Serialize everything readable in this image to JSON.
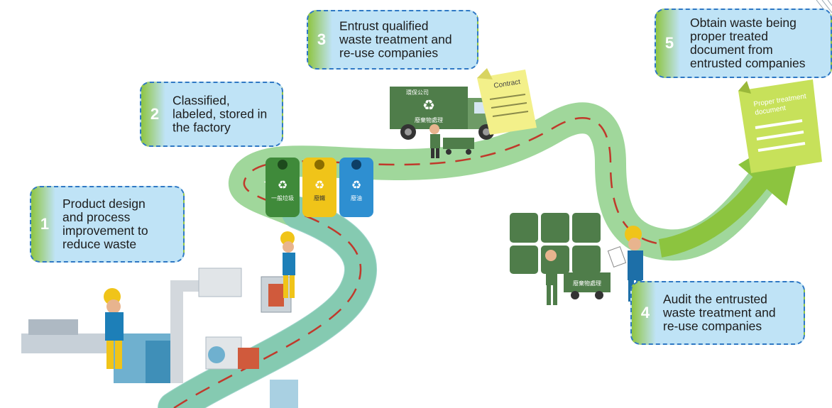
{
  "steps": [
    {
      "number": "1",
      "text": "Product design\nand process\nimprovement to\nreduce waste"
    },
    {
      "number": "2",
      "text": "Classified,\nlabeled, stored in\nthe factory"
    },
    {
      "number": "3",
      "text": "Entrust qualified\nwaste treatment and\nre-use companies"
    },
    {
      "number": "4",
      "text": "Audit the entrusted\nwaste treatment and\nre-use companies"
    },
    {
      "number": "5",
      "text": "Obtain waste being\nproper treated\ndocument from\nentrusted companies"
    }
  ],
  "bins": [
    {
      "label": "一般垃圾",
      "color": "#3f8a3a"
    },
    {
      "label": "廢鐵",
      "color": "#f0c419"
    },
    {
      "label": "廢油",
      "color": "#2e8fd1"
    }
  ],
  "truck": {
    "company": "環保公司",
    "cargo": "廢棄物處理"
  },
  "cart_label": "廢棄物處理",
  "contract_label": "Contract",
  "document_label": "Proper treatment\ndocument",
  "colors": {
    "path_light": "#7cc6b8",
    "path_green": "#8fd08a",
    "dash": "#c0392b",
    "arrow": "#8cc43f",
    "box_border": "#2f78c4",
    "box_fill": "#bfe3f6"
  }
}
